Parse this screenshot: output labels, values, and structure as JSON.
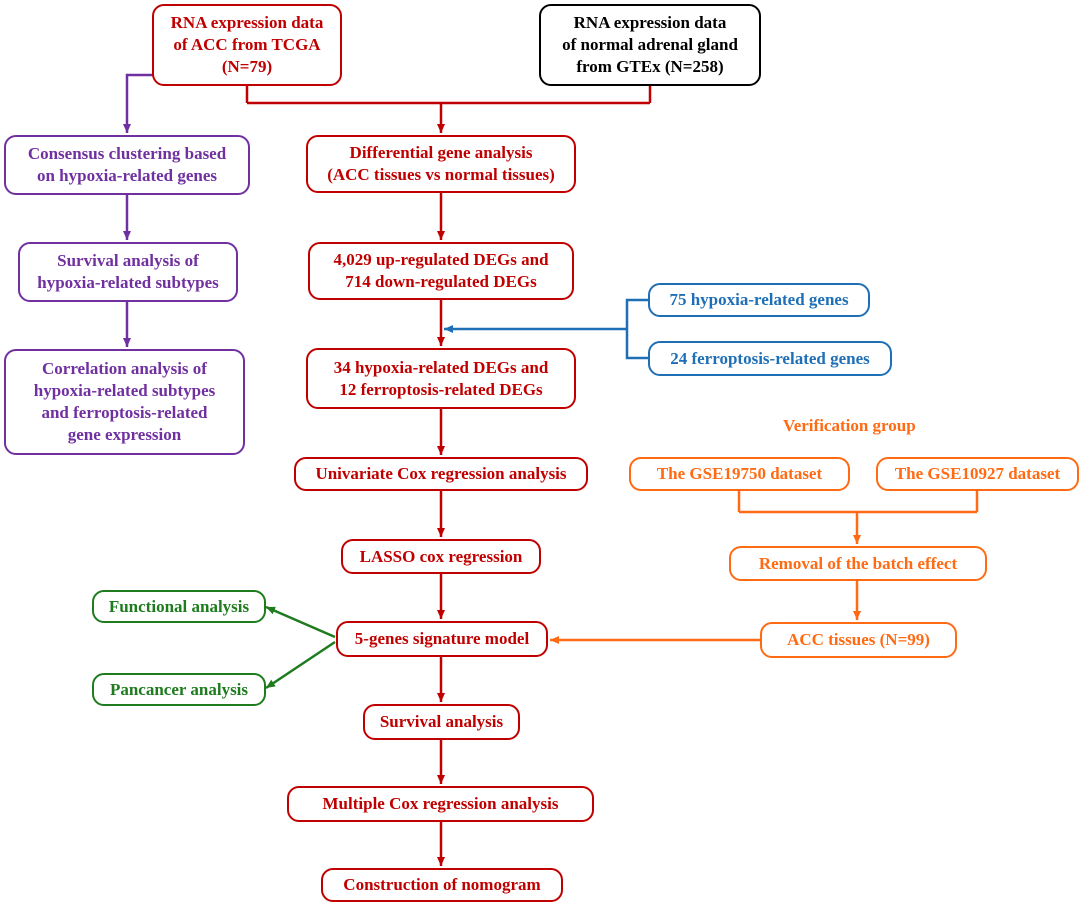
{
  "colors": {
    "main": "#c00000",
    "gtex": "#000000",
    "cluster": "#7030a0",
    "genes": "#1f6fb6",
    "verification": "#ff6a13",
    "analysis": "#1e7b1e"
  },
  "sources": {
    "tcga": "RNA expression data\nof ACC from TCGA\n(N=79)",
    "gtex": "RNA expression data\nof normal adrenal gland\nfrom GTEx (N=258)"
  },
  "cluster_branch": {
    "consensus": "Consensus clustering based\non hypoxia-related genes",
    "survival": "Survival analysis of\nhypoxia-related subtypes",
    "correlation": "Correlation analysis of\nhypoxia-related subtypes\nand ferroptosis-related\ngene expression"
  },
  "main_flow": {
    "differential": "Differential gene analysis\n(ACC tissues vs normal tissues)",
    "degs": "4,029 up-regulated DEGs and\n714 down-regulated DEGs",
    "hypoxia_degs": "34 hypoxia-related DEGs and\n12 ferroptosis-related DEGs",
    "univariate": "Univariate Cox regression analysis",
    "lasso": "LASSO cox regression",
    "model": "5-genes signature model",
    "survival": "Survival analysis",
    "multiple_cox": "Multiple Cox regression analysis",
    "nomogram": "Construction of nomogram"
  },
  "gene_sets": {
    "hypoxia": "75 hypoxia-related genes",
    "ferroptosis": "24 ferroptosis-related genes"
  },
  "verification": {
    "title": "Verification group",
    "gse19750": "The GSE19750 dataset",
    "gse10927": "The GSE10927 dataset",
    "batch": "Removal of the batch effect",
    "acc": "ACC tissues (N=99)"
  },
  "model_analyses": {
    "functional": "Functional analysis",
    "pancancer": "Pancancer analysis"
  }
}
